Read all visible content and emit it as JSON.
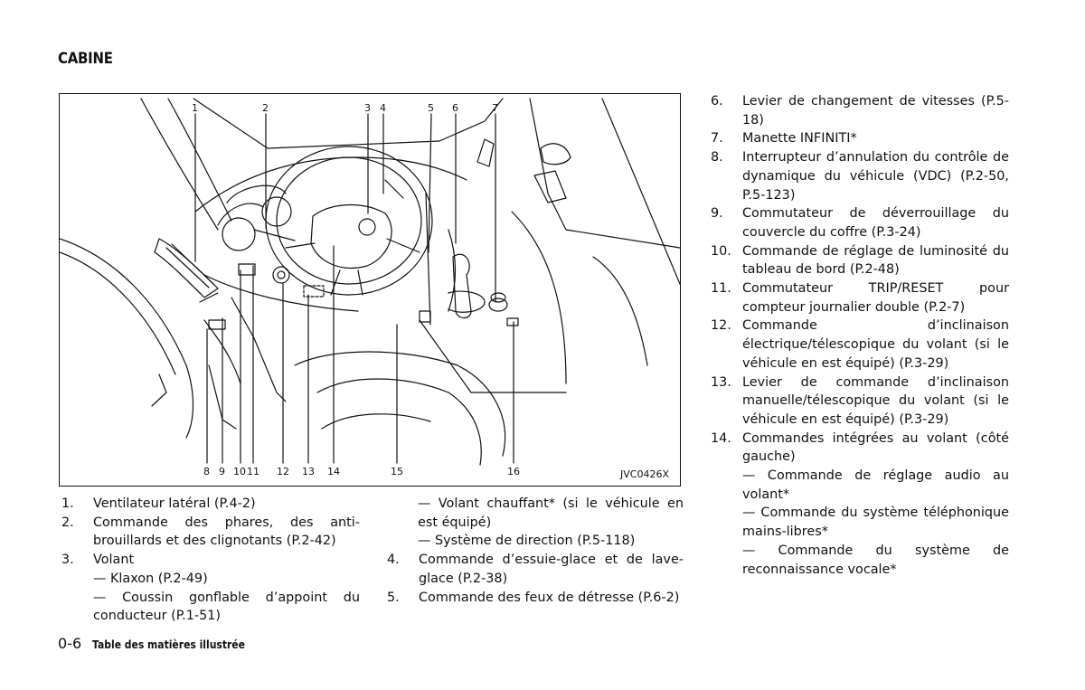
{
  "heading": "CABINE",
  "figure": {
    "code": "JVC0426X",
    "callouts_top": [
      "1",
      "2",
      "3",
      "4",
      "5",
      "6",
      "7"
    ],
    "callouts_bottom": [
      "8",
      "9",
      "10",
      "11",
      "12",
      "13",
      "14",
      "15",
      "16"
    ]
  },
  "items": [
    {
      "num": "1.",
      "text": "Ventilateur latéral (P.4-2)"
    },
    {
      "num": "2.",
      "text": "Commande des phares, des anti-brouillards et des clignotants (P.2-42)"
    },
    {
      "num": "3.",
      "text": "Volant",
      "subs": [
        "— Klaxon (P.2-49)",
        "— Coussin gonflable d’appoint du conducteur (P.1-51)"
      ]
    },
    {
      "cont": [
        "— Volant chauffant* (si le véhicule en est équipé)",
        "— Système de direction (P.5-118)"
      ]
    },
    {
      "num": "4.",
      "text": "Commande d’essuie-glace et de lave-glace (P.2-38)"
    },
    {
      "num": "5.",
      "text": "Commande des feux de détresse (P.6-2)"
    },
    {
      "num": "6.",
      "text": "Levier de changement de vitesses (P.5-18)"
    },
    {
      "num": "7.",
      "text": "Manette INFINITI*"
    },
    {
      "num": "8.",
      "text": "Interrupteur d’annulation du contrôle de dynamique du véhicule (VDC) (P.2-50, P.5-123)"
    },
    {
      "num": "9.",
      "text": "Commutateur de déverrouillage du couvercle du coffre (P.3-24)"
    },
    {
      "num": "10.",
      "text": "Commande de réglage de luminosité du tableau de bord (P.2-48)"
    },
    {
      "num": "11.",
      "text": "Commutateur TRIP/RESET pour compteur journalier double (P.2-7)"
    },
    {
      "num": "12.",
      "text": "Commande d’inclinaison électrique/télescopique du volant (si le véhicule en est équipé) (P.3-29)"
    },
    {
      "num": "13.",
      "text": "Levier de commande d’inclinaison manuelle/télescopique du volant (si le véhicule en est équipé) (P.3-29)"
    },
    {
      "num": "14.",
      "text": "Commandes intégrées au volant (côté gauche)",
      "subs": [
        "— Commande de réglage audio au volant*",
        "— Commande du système téléphonique mains-libres*",
        "— Commande du système de reconnaissance vocale*"
      ]
    }
  ],
  "footer": {
    "page_number": "0-6",
    "title": "Table des matières illustrée"
  }
}
